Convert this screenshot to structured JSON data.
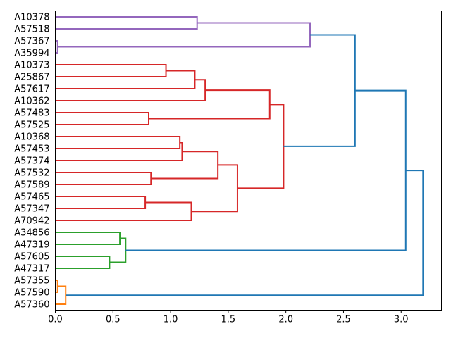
{
  "chart_data": {
    "type": "dendrogram",
    "title": "",
    "xlabel": "",
    "ylabel": "",
    "orientation": "right",
    "grid": false,
    "legend": false,
    "background": "#ffffff",
    "axis_color": "#000000",
    "link_line_width": 2,
    "xlim": [
      0,
      3.35
    ],
    "x_ticks": [
      {
        "value": 0.0,
        "label": "0.0"
      },
      {
        "value": 0.5,
        "label": "0.5"
      },
      {
        "value": 1.0,
        "label": "1.0"
      },
      {
        "value": 1.5,
        "label": "1.5"
      },
      {
        "value": 2.0,
        "label": "2.0"
      },
      {
        "value": 2.5,
        "label": "2.5"
      },
      {
        "value": 3.0,
        "label": "3.0"
      }
    ],
    "leaves": [
      "A10378",
      "A57518",
      "A57367",
      "A35994",
      "A10373",
      "A25867",
      "A57617",
      "A10362",
      "A57483",
      "A57525",
      "A10368",
      "A57453",
      "A57374",
      "A57532",
      "A57589",
      "A57465",
      "A57347",
      "A70942",
      "A34856",
      "A47319",
      "A57605",
      "A47317",
      "A57355",
      "A57590",
      "A57360"
    ],
    "colors": {
      "blue": "#1f77b4",
      "orange": "#ff7f0e",
      "green": "#2ca02c",
      "red": "#d62728",
      "purple": "#9467bd"
    },
    "merges": [
      {
        "id": "pA",
        "a": "A10378",
        "b": "A57518",
        "distance": 1.23,
        "color": "purple"
      },
      {
        "id": "pB",
        "a": "A57367",
        "b": "A35994",
        "distance": 0.02,
        "color": "purple"
      },
      {
        "id": "pC",
        "a": "pA",
        "b": "pB",
        "distance": 2.21,
        "color": "purple"
      },
      {
        "id": "rA",
        "a": "A10373",
        "b": "A25867",
        "distance": 0.96,
        "color": "red"
      },
      {
        "id": "rB",
        "a": "rA",
        "b": "A57617",
        "distance": 1.21,
        "color": "red"
      },
      {
        "id": "rC",
        "a": "rB",
        "b": "A10362",
        "distance": 1.3,
        "color": "red"
      },
      {
        "id": "rD",
        "a": "A57483",
        "b": "A57525",
        "distance": 0.81,
        "color": "red"
      },
      {
        "id": "rE",
        "a": "rC",
        "b": "rD",
        "distance": 1.86,
        "color": "red"
      },
      {
        "id": "rF",
        "a": "A10368",
        "b": "A57453",
        "distance": 1.08,
        "color": "red"
      },
      {
        "id": "rG",
        "a": "rF",
        "b": "A57374",
        "distance": 1.1,
        "color": "red"
      },
      {
        "id": "rH",
        "a": "A57532",
        "b": "A57589",
        "distance": 0.83,
        "color": "red"
      },
      {
        "id": "rI",
        "a": "rG",
        "b": "rH",
        "distance": 1.41,
        "color": "red"
      },
      {
        "id": "rJ",
        "a": "A57465",
        "b": "A57347",
        "distance": 0.78,
        "color": "red"
      },
      {
        "id": "rK",
        "a": "rJ",
        "b": "A70942",
        "distance": 1.18,
        "color": "red"
      },
      {
        "id": "rL",
        "a": "rI",
        "b": "rK",
        "distance": 1.58,
        "color": "red"
      },
      {
        "id": "rM",
        "a": "rE",
        "b": "rL",
        "distance": 1.98,
        "color": "red"
      },
      {
        "id": "gA",
        "a": "A34856",
        "b": "A47319",
        "distance": 0.56,
        "color": "green"
      },
      {
        "id": "gB",
        "a": "A57605",
        "b": "A47317",
        "distance": 0.47,
        "color": "green"
      },
      {
        "id": "gC",
        "a": "gA",
        "b": "gB",
        "distance": 0.61,
        "color": "green"
      },
      {
        "id": "oA",
        "a": "A57355",
        "b": "A57590",
        "distance": 0.02,
        "color": "orange"
      },
      {
        "id": "oB",
        "a": "oA",
        "b": "A57360",
        "distance": 0.09,
        "color": "orange"
      },
      {
        "id": "bA",
        "a": "pC",
        "b": "rM",
        "distance": 2.6,
        "color": "blue"
      },
      {
        "id": "bB",
        "a": "bA",
        "b": "gC",
        "distance": 3.04,
        "color": "blue"
      },
      {
        "id": "bC",
        "a": "bB",
        "b": "oB",
        "distance": 3.19,
        "color": "blue"
      }
    ]
  }
}
